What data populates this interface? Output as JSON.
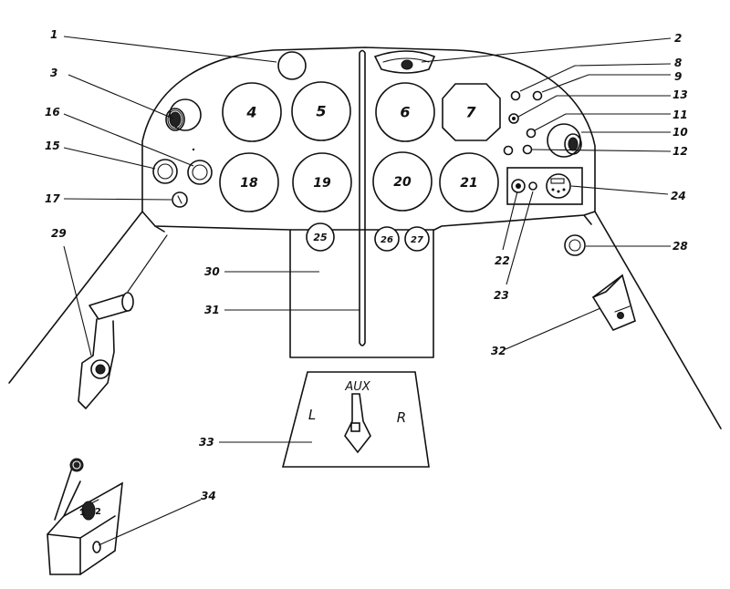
{
  "callouts": {
    "c1": "1",
    "c2": "2",
    "c3": "3",
    "c8": "8",
    "c9": "9",
    "c13": "13",
    "c11": "11",
    "c10": "10",
    "c12": "12",
    "c16": "16",
    "c15": "15",
    "c17": "17",
    "c24": "24",
    "c22": "22",
    "c23": "23",
    "c28": "28",
    "c29": "29",
    "c30": "30",
    "c31": "31",
    "c32": "32",
    "c33": "33",
    "c34": "34"
  },
  "gauges": {
    "g4": "4",
    "g5": "5",
    "g6": "6",
    "g7": "7",
    "g18": "18",
    "g19": "19",
    "g20": "20",
    "g21": "21",
    "g25": "25",
    "g26": "26",
    "g27": "27"
  },
  "pedals": {
    "left": "L",
    "right": "R",
    "aux": "AUX"
  },
  "trim_box": {
    "digit1": "1",
    "digit2": "2"
  }
}
